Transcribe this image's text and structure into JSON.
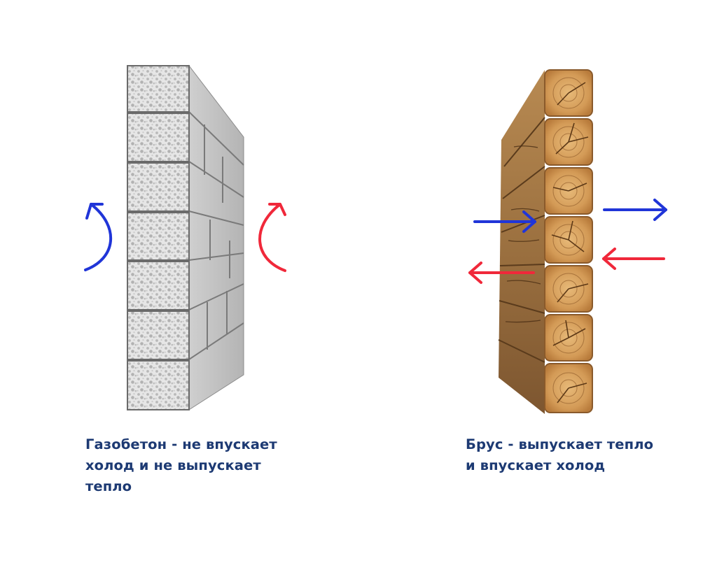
{
  "colors": {
    "caption_text": "#1d3a73",
    "cold_arrow": "#2035d8",
    "warm_arrow": "#f0283a",
    "concrete_face": "#e4e4e4",
    "concrete_side": "#bfbfbf",
    "mortar": "#6f6f6f",
    "wood_end_grain": "#d49a54",
    "wood_side": "#a87842"
  },
  "panels": [
    {
      "key": "aerated-concrete",
      "illustration": "aerated-concrete-block-wall",
      "caption_lines": [
        "Газобетон - не впускает",
        "холод и не выпускает",
        "тепло"
      ],
      "arrows": [
        {
          "color": "cold",
          "icon": "curved-arrow-up-left-icon",
          "meaning": "cold deflected"
        },
        {
          "color": "warm",
          "icon": "curved-arrow-up-right-icon",
          "meaning": "heat retained"
        }
      ]
    },
    {
      "key": "timber",
      "illustration": "timber-beam-wall",
      "caption_lines": [
        "Брус - выпускает тепло",
        "и впускает холод"
      ],
      "arrows": [
        {
          "color": "cold",
          "icon": "arrow-right-icon",
          "meaning": "cold enters"
        },
        {
          "color": "cold",
          "icon": "arrow-right-icon",
          "meaning": "cold passes through"
        },
        {
          "color": "warm",
          "icon": "arrow-left-icon",
          "meaning": "heat escapes"
        },
        {
          "color": "warm",
          "icon": "arrow-left-icon",
          "meaning": "heat escapes"
        }
      ]
    }
  ]
}
